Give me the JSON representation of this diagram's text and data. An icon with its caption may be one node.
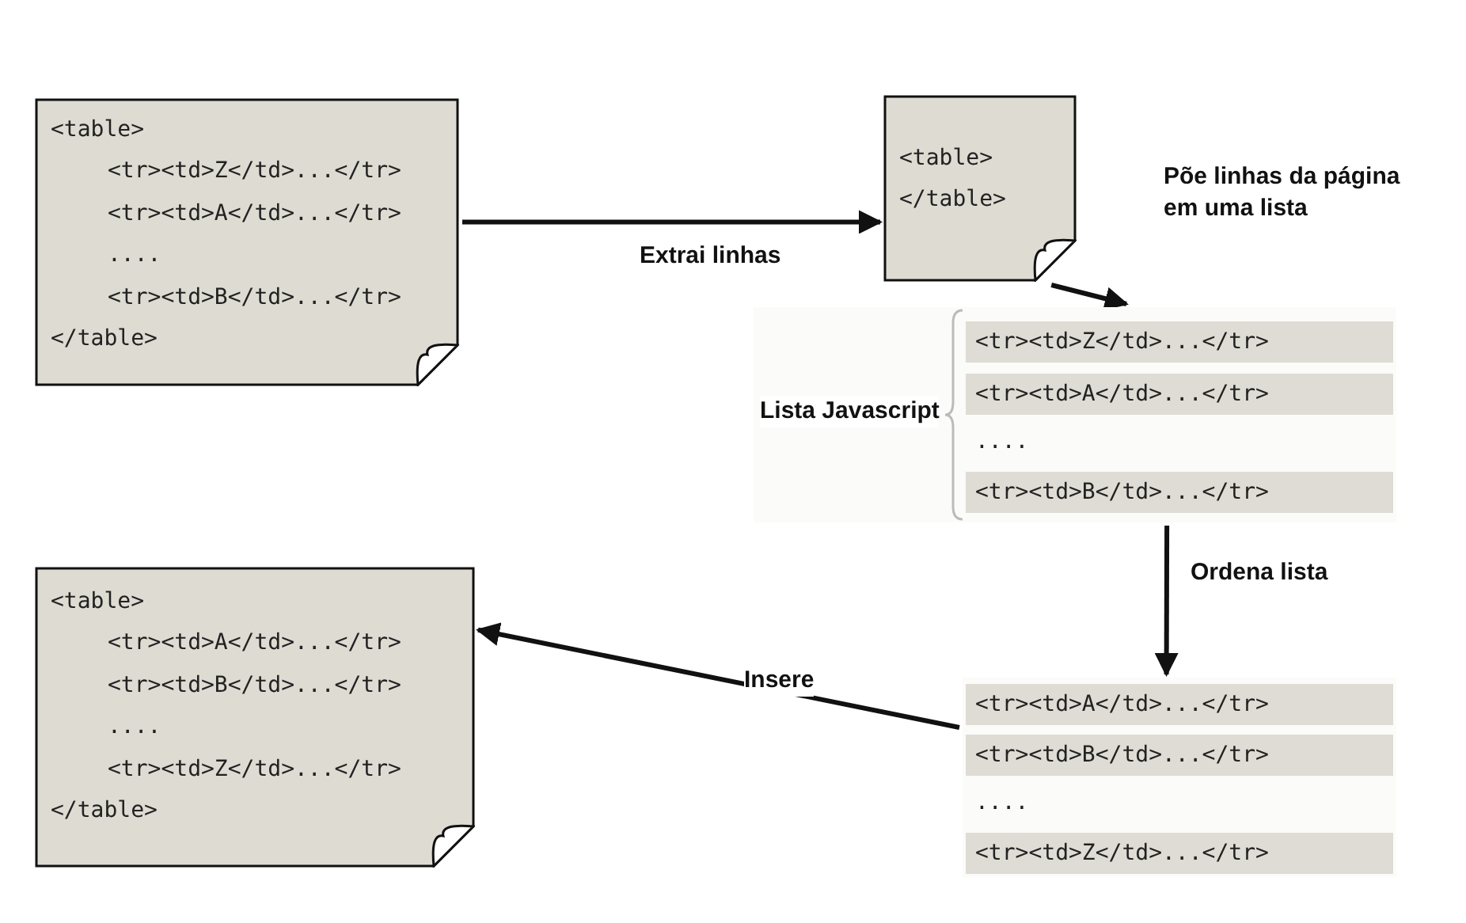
{
  "diagram": {
    "nodes": [
      {
        "text": [
          "<table>",
          "<tr><td>Z</td>...</tr>",
          "<tr><td>A</td>...</tr>",
          "....",
          "<tr><td>B</td>...</tr>",
          "</table>"
        ]
      },
      {
        "text": [
          "<table>",
          "</table>"
        ]
      },
      {
        "text": [
          "Lista Javascript"
        ]
      },
      {
        "text": [
          "<tr><td>Z</td>...</tr>"
        ],
        "in": 2
      },
      {
        "text": [
          "<tr><td>A</td>...</tr>"
        ],
        "in": 2
      },
      {
        "text": [
          "...."
        ],
        "in": 2
      },
      {
        "text": [
          "<tr><td>B</td>...</tr>"
        ],
        "in": 2
      },
      {
        "text": [],
        "shape": "box"
      },
      {
        "text": [
          "<tr><td>A</td>...</tr>"
        ],
        "in": 7
      },
      {
        "text": [
          "<tr><td>B</td>...</tr>"
        ],
        "in": 7
      },
      {
        "text": [
          "...."
        ],
        "in": 7
      },
      {
        "text": [
          "<tr><td>Z</td>...</tr>"
        ],
        "in": 7
      },
      {
        "text": [
          "<table>",
          "<tr><td>A</td>...</tr>",
          "<tr><td>B</td>...</tr>",
          "....",
          "<tr><td>Z</td>...</tr>",
          "</table>"
        ]
      }
    ],
    "edges": [
      {
        "from": 0,
        "to": 1,
        "arrow": "to",
        "label": "Extrai linhas"
      },
      {
        "from": 1,
        "to": 2,
        "arrow": "to",
        "label": "Põe linhas da página em uma lista"
      },
      {
        "from": 2,
        "to": 7,
        "arrow": "to",
        "label": "Ordena lista"
      },
      {
        "from": 7,
        "to": 12,
        "arrow": "to",
        "label": "Insere"
      }
    ]
  }
}
